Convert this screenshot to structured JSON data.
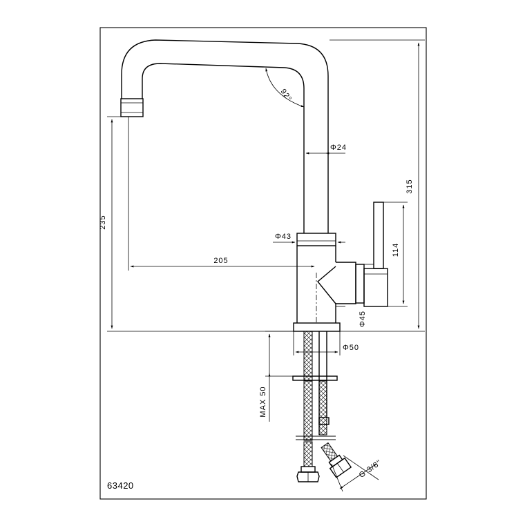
{
  "drawing": {
    "product_code": "63420",
    "angle_label": "92°",
    "dimensions": {
      "total_height": "315",
      "spout_height": "235",
      "spout_reach": "205",
      "lever_height": "114",
      "spout_diameter": "Φ24",
      "body_diameter_upper": "Φ43",
      "body_diameter_lower": "Φ45",
      "base_diameter": "Φ50",
      "max_deck_thickness": "MAX 50",
      "connection_thread": "G 3/8\""
    }
  }
}
